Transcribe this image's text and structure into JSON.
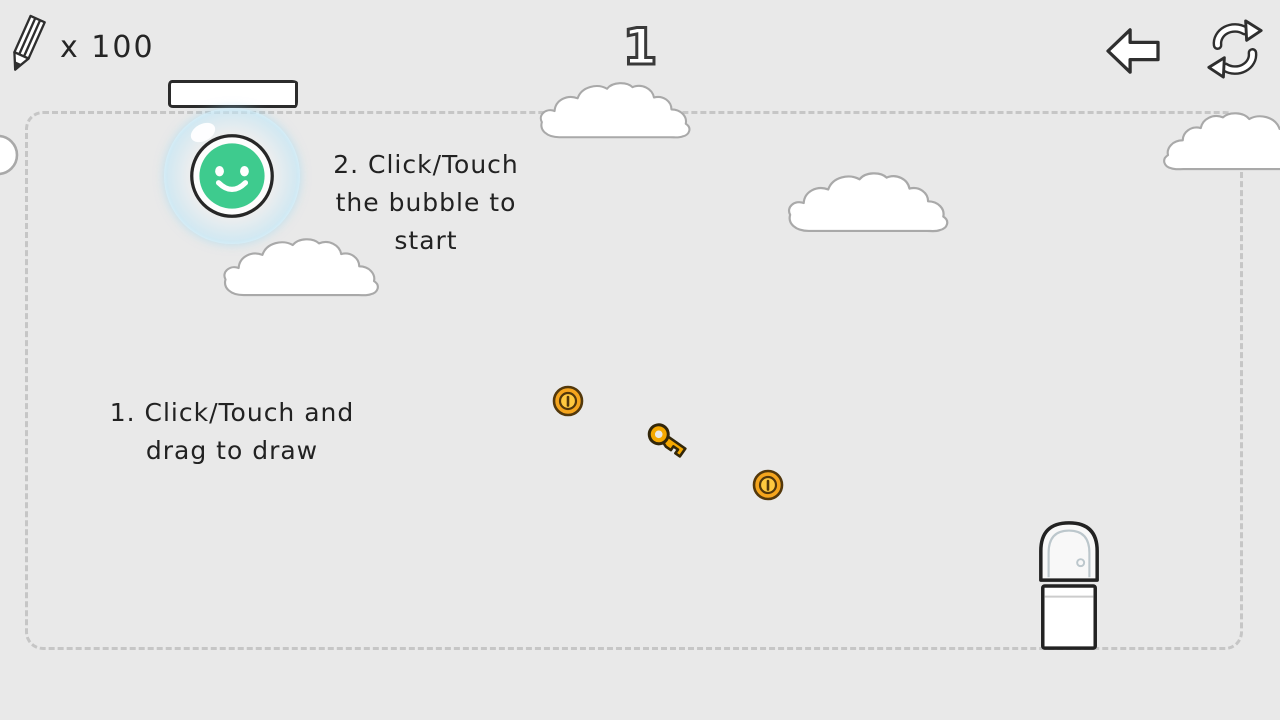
{
  "hud": {
    "pencil": {
      "icon": "pencil-icon",
      "count_label": "x 100"
    },
    "level": {
      "value": "1"
    },
    "back": {
      "icon": "back-arrow-icon"
    },
    "restart": {
      "icon": "restart-icon"
    }
  },
  "instructions": {
    "step1": {
      "lines": [
        "1. Click/Touch and",
        "drag to draw"
      ]
    },
    "step2": {
      "lines": [
        "2. Click/Touch",
        "the bubble to",
        "start"
      ]
    }
  },
  "playfield": {
    "objects": {
      "player": "smiley-ball-in-bubble",
      "platform": "start-platform",
      "coin_count": 2,
      "key_count": 1,
      "goal": "door-on-pedestal",
      "cloud_count": 5
    }
  },
  "colors": {
    "background": "#e9e9e9",
    "ink": "#2b2b2b",
    "dash": "#c6c6c6",
    "cloud_outline": "#a9a9a9",
    "cloud_fill": "#ffffff",
    "bubble_edge": "#7dd0f2",
    "face_green": "#3ecb8e",
    "coin_fill": "#f5a51d",
    "coin_inner": "#ffc93f",
    "coin_outline": "#53380b",
    "key_fill": "#f5a800"
  }
}
